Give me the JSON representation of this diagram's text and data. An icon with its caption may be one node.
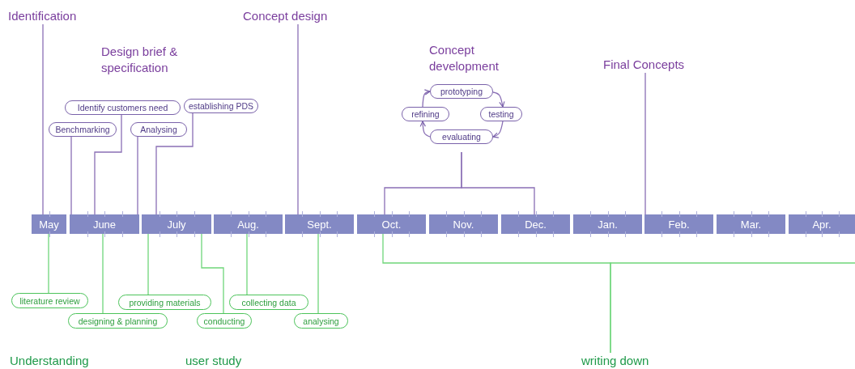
{
  "diagram": {
    "nodes": [
      {
        "text": [
          "Identification"
        ]
      },
      {
        "text": [
          "Concept design"
        ]
      },
      {
        "text": [
          "Concept development"
        ]
      },
      {
        "text": [
          "prototyping"
        ],
        "in": 2
      },
      {
        "text": [
          "refining"
        ],
        "in": 2
      },
      {
        "text": [
          "testing"
        ],
        "in": 2
      },
      {
        "text": [
          "evaluating"
        ],
        "in": 2
      },
      {
        "text": [
          "Final Concepts"
        ]
      },
      {
        "text": [
          "Identify customers need"
        ]
      },
      {
        "text": [
          "establishing PDS"
        ]
      },
      {
        "text": [
          "Benchmarking"
        ]
      },
      {
        "text": [
          "Analysing"
        ]
      },
      {
        "text": [
          "May"
        ]
      },
      {
        "text": [
          "June"
        ]
      },
      {
        "text": [
          "July"
        ]
      },
      {
        "text": [
          "Aug."
        ]
      },
      {
        "text": [
          "Sept."
        ]
      },
      {
        "text": [
          "Oct."
        ]
      },
      {
        "text": [
          "Nov."
        ]
      },
      {
        "text": [
          "Dec."
        ]
      },
      {
        "text": [
          "Jan."
        ]
      },
      {
        "text": [
          "Feb."
        ]
      },
      {
        "text": [
          "Mar."
        ]
      },
      {
        "text": [
          "Apr."
        ]
      },
      {
        "text": [
          "literature review"
        ]
      },
      {
        "text": [
          "providing materials"
        ]
      },
      {
        "text": [
          "collecting data"
        ]
      },
      {
        "text": [
          "designing & planning"
        ]
      },
      {
        "text": [
          "conducting"
        ]
      },
      {
        "text": [
          "analysing"
        ]
      },
      {
        "text": [
          "writing down"
        ]
      }
    ],
    "edges": [
      {
        "from": 0,
        "to": 12,
        "arrow": "none"
      },
      {
        "from": 1,
        "to": 16,
        "arrow": "none"
      },
      {
        "from": 2,
        "to": 17,
        "arrow": "none"
      },
      {
        "from": 2,
        "to": 19,
        "arrow": "none"
      },
      {
        "from": 7,
        "to": 21,
        "arrow": "none"
      },
      {
        "from": 8,
        "to": 13,
        "arrow": "none"
      },
      {
        "from": 9,
        "to": 14,
        "arrow": "none"
      },
      {
        "from": 10,
        "to": 13,
        "arrow": "none"
      },
      {
        "from": 11,
        "to": 13,
        "arrow": "none"
      },
      {
        "from": 3,
        "to": 5,
        "arrow": "to"
      },
      {
        "from": 5,
        "to": 6,
        "arrow": "to"
      },
      {
        "from": 6,
        "to": 4,
        "arrow": "to"
      },
      {
        "from": 4,
        "to": 3,
        "arrow": "to"
      },
      {
        "from": 24,
        "to": 12,
        "arrow": "none",
        "color": "#6fd67a"
      },
      {
        "from": 25,
        "to": 14,
        "arrow": "none",
        "color": "#6fd67a"
      },
      {
        "from": 26,
        "to": 15,
        "arrow": "none",
        "color": "#6fd67a"
      },
      {
        "from": 27,
        "to": 13,
        "arrow": "none",
        "color": "#6fd67a"
      },
      {
        "from": 28,
        "to": 14,
        "arrow": "none",
        "color": "#6fd67a"
      },
      {
        "from": 29,
        "to": 16,
        "arrow": "none",
        "color": "#6fd67a"
      },
      {
        "from": 30,
        "to": 17,
        "arrow": "none",
        "color": "#6fd67a"
      },
      {
        "from": 30,
        "to": null,
        "arrow": "none",
        "color": "#6fd67a"
      }
    ],
    "labels": [
      "Design brief & specification",
      "Understanding",
      "user study"
    ]
  }
}
